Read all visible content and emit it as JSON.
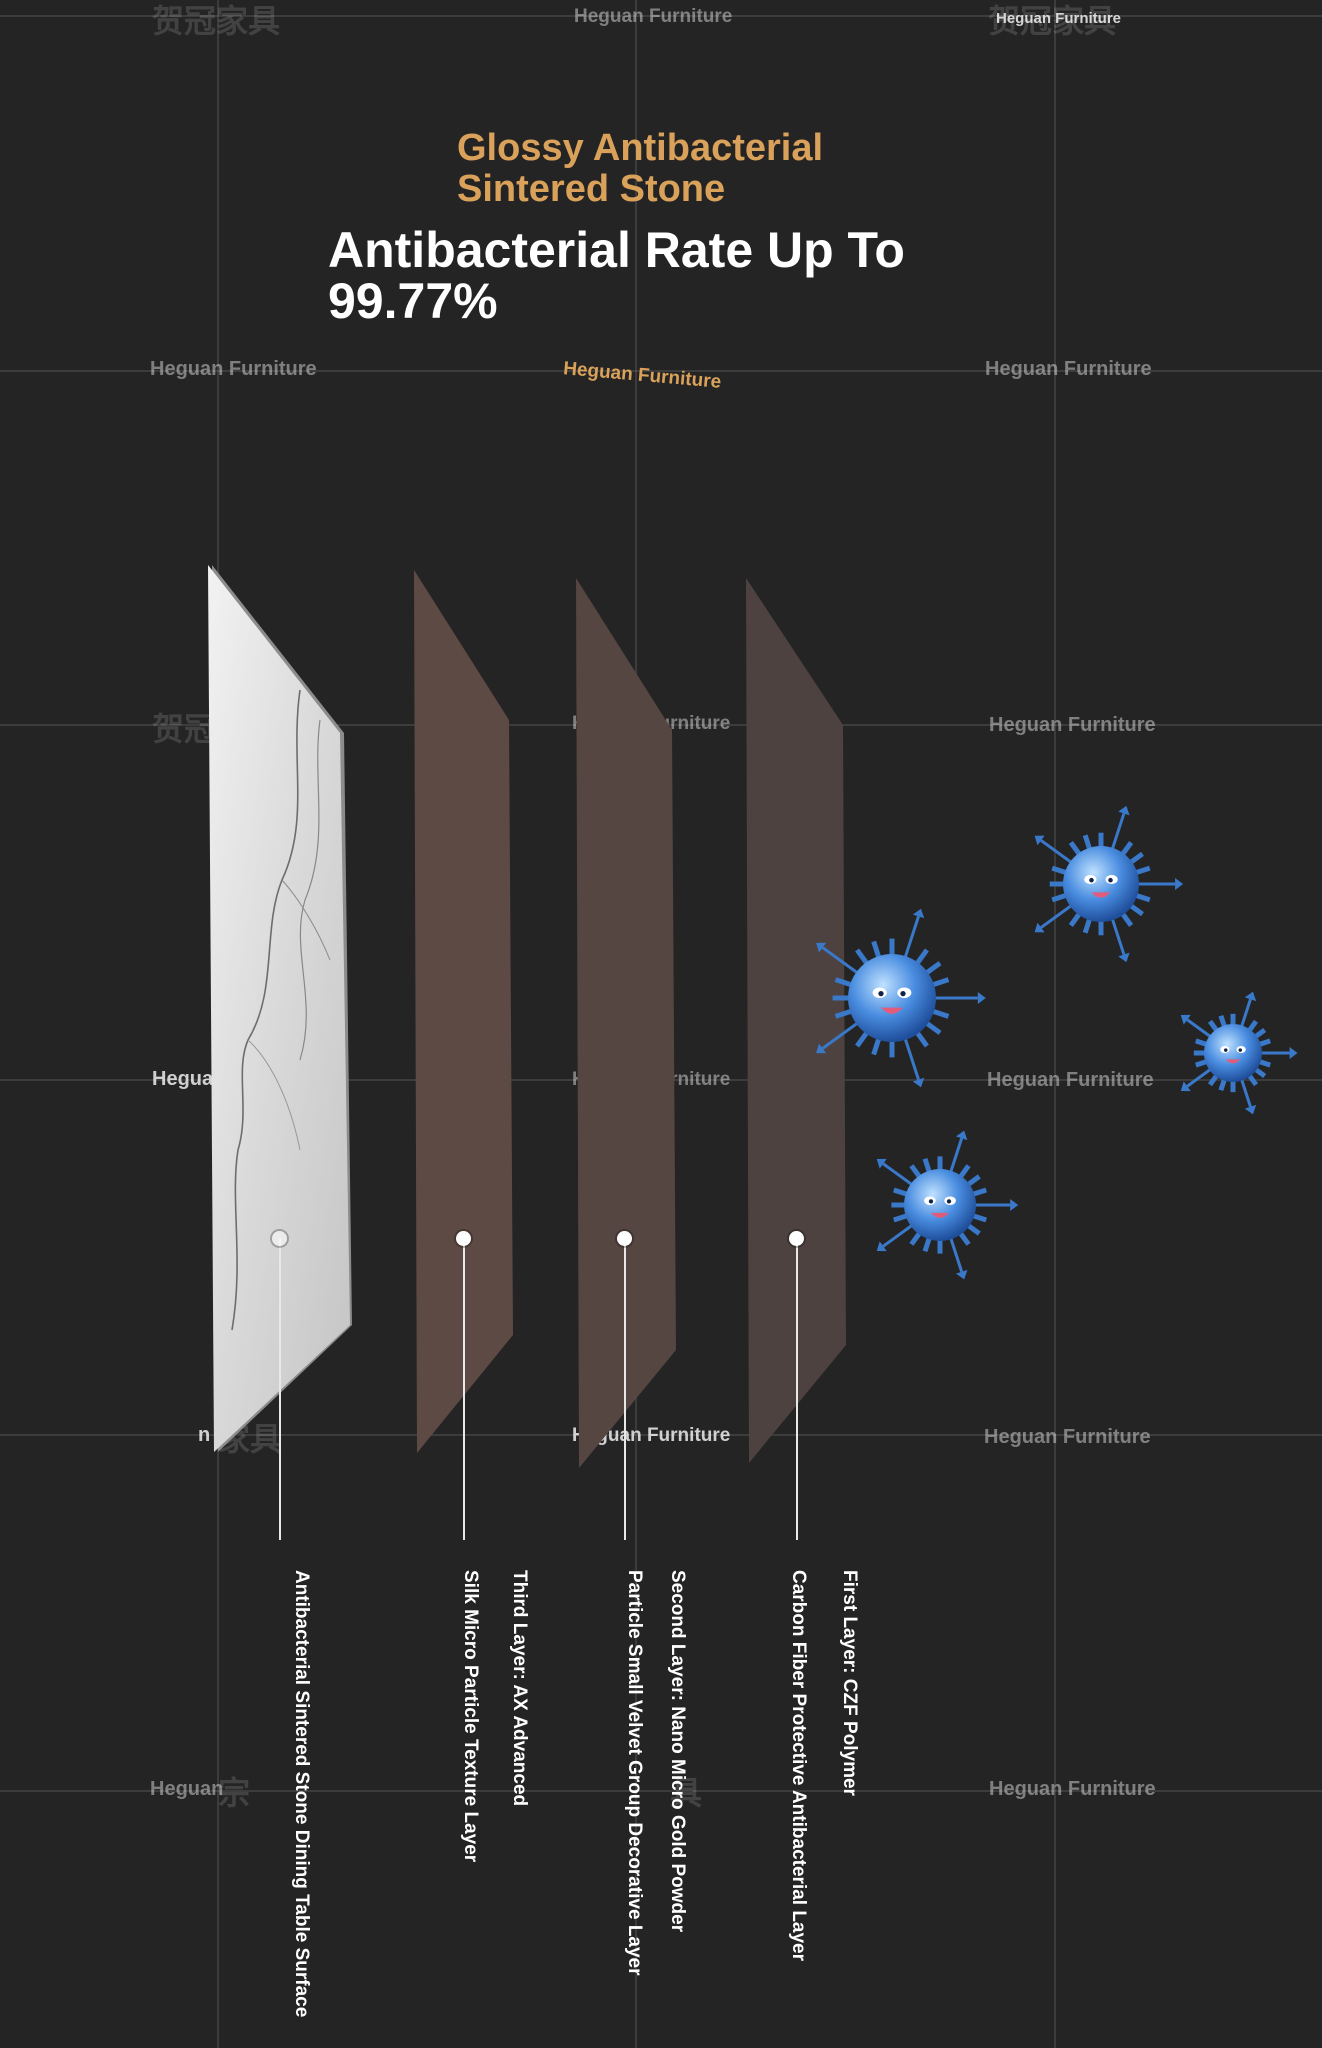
{
  "header": {
    "title_line1": "Glossy Antibacterial",
    "title_line2": "Sintered Stone",
    "headline_line1": "Antibacterial Rate Up To",
    "headline_line2": "99.77%"
  },
  "watermarks": {
    "brand": "Heguan Furniture",
    "brand_cn": "贺冠家具",
    "brand_partial_1": "Heguan",
    "brand_partial_2": "n",
    "cn_partial_1": "家具",
    "cn_partial_2": "宗",
    "cn_partial_3": "具"
  },
  "layers": {
    "surface": "Antibacterial Sintered Stone Dining Table Surface",
    "third_name": "Third Layer: AX Advanced",
    "third_desc": "Silk Micro Particle Texture Layer",
    "second_name": "Second Layer: Nano Micro Gold Powder",
    "second_desc": "Particle Small Velvet Group Decorative Layer",
    "first_name": "First Layer: CZF Polymer",
    "first_desc": "Carbon Fiber Protective Antibacterial Layer"
  },
  "colors": {
    "background": "#242424",
    "accent_orange": "#d9a15a",
    "germ_blue": "#3d7fd6"
  },
  "icons": [
    "bacteria-icon",
    "bacteria-icon",
    "bacteria-icon",
    "bacteria-icon"
  ]
}
